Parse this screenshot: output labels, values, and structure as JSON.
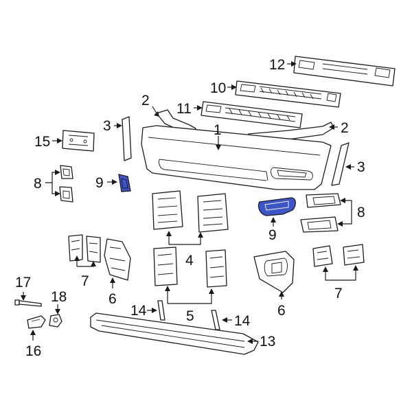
{
  "colors": {
    "highlight": "#3d55c8",
    "line": "#1a1a1a",
    "background": "#ffffff"
  },
  "callouts": {
    "c1": "1",
    "c2a": "2",
    "c2b": "2",
    "c3a": "3",
    "c3b": "3",
    "c4": "4",
    "c5": "5",
    "c6a": "6",
    "c6b": "6",
    "c7a": "7",
    "c7b": "7",
    "c8a": "8",
    "c8b": "8",
    "c9a": "9",
    "c9b": "9",
    "c10": "10",
    "c11": "11",
    "c12": "12",
    "c13": "13",
    "c14a": "14",
    "c14b": "14",
    "c15": "15",
    "c16": "16",
    "c17": "17",
    "c18": "18"
  }
}
